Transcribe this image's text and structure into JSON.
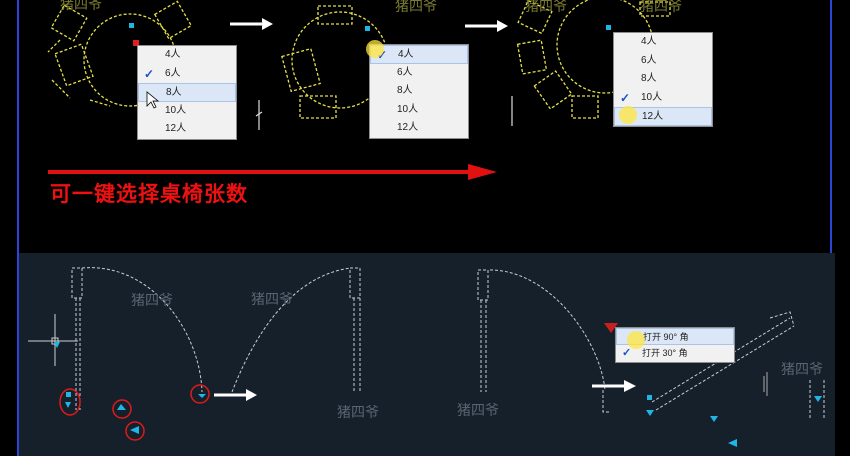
{
  "top_menus": [
    {
      "items": [
        "4人",
        "6人",
        "8人",
        "10人",
        "12人"
      ],
      "checked": 1,
      "highlighted": 2
    },
    {
      "items": [
        "4人",
        "6人",
        "8人",
        "10人",
        "12人"
      ],
      "checked": 0,
      "highlighted": 0
    },
    {
      "items": [
        "4人",
        "6人",
        "8人",
        "10人",
        "12人"
      ],
      "checked": 3,
      "highlighted": 4
    }
  ],
  "caption": "可一键选择桌椅张数",
  "watermark": "猪四爷",
  "door_menu": {
    "items": [
      "打开 90° 角",
      "打开 30° 角"
    ],
    "checked": 1,
    "highlighted": 0
  },
  "colors": {
    "caption": "#e11111",
    "cad_yellow": "#e6e04a",
    "cad_cyan": "#1fb6e6",
    "frame": "#2b45d8",
    "panel": "#15202b"
  }
}
